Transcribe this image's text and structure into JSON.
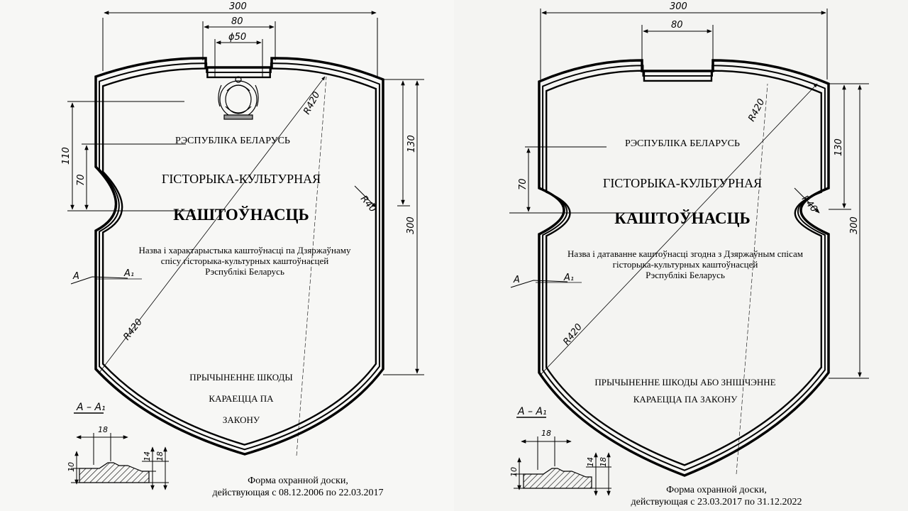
{
  "left_plaque": {
    "dims": {
      "width_overall": "300",
      "width_notch": "80",
      "diameter_emblem": "ϕ50",
      "height_110": "110",
      "height_70": "70",
      "height_130": "130",
      "height_300": "300",
      "radius_top": "R420",
      "radius_side": "R40",
      "radius_bottom": "R420"
    },
    "text": {
      "republic": "РЭСПУБЛІКА  БЕЛАРУСЬ",
      "heading": "ГІСТОРЫКА-КУЛЬТУРНАЯ",
      "main_title": "КАШТОЎНАСЦЬ",
      "description_1": "Назва і характарыстыка каштоўнасці па  Дзяржаўнаму",
      "description_2": "спісу гісторыка-культурных каштоўнасцей",
      "description_3": "Рэспублікі Беларусь",
      "damage_1": "ПРЫЧЫНЕННЕ ШКОДЫ",
      "damage_2": "КАРАЕЦЦА ПА",
      "damage_3": "ЗАКОНУ"
    },
    "section": {
      "label_a": "А",
      "label_a1": "А₁",
      "title": "А – А₁",
      "dim_18_top": "18",
      "dim_10": "10",
      "dim_14": "14",
      "dim_18_side": "18"
    },
    "caption_line1": "Форма охранной доски,",
    "caption_line2": "действующая с 08.12.2006 по 22.03.2017"
  },
  "right_plaque": {
    "dims": {
      "width_overall": "300",
      "width_notch": "80",
      "height_70": "70",
      "height_130": "130",
      "height_300": "300",
      "radius_top": "R420",
      "radius_side": "R40",
      "radius_bottom": "R420"
    },
    "text": {
      "republic": "РЭСПУБЛІКА  БЕЛАРУСЬ",
      "heading": "ГІСТОРЫКА-КУЛЬТУРНАЯ",
      "main_title": "КАШТОЎНАСЦЬ",
      "description_1": "Назва і датаванне каштоўнасці згодна з Дзяржаўным спісам",
      "description_2": "гісторыка-культурных каштоўнасцей",
      "description_3": "Рэспублікі Беларусь",
      "damage_1": "ПРЫЧЫНЕННЕ ШКОДЫ АБО ЗНІШЧЭННЕ",
      "damage_2": "КАРАЕЦЦА ПА ЗАКОНУ"
    },
    "section": {
      "label_a": "А",
      "label_a1": "А₁",
      "title": "А – А₁",
      "dim_18_top": "18",
      "dim_10": "10",
      "dim_14": "14",
      "dim_18_side": "18"
    },
    "caption_line1": "Форма охранной доски,",
    "caption_line2": "действующая с 23.03.2017 по 31.12.2022"
  }
}
